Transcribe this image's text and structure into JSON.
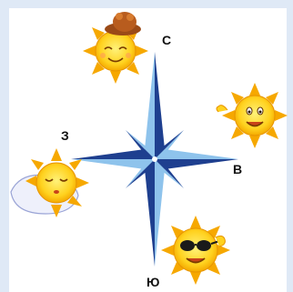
{
  "directions": {
    "north": "С",
    "east": "В",
    "south": "Ю",
    "west": "З"
  },
  "colors": {
    "background": "#dfe9f6",
    "panel": "#ffffff",
    "rose_dark": "#1e3f8f",
    "rose_light": "#8ec3ec",
    "sun_face": "#ffd21f",
    "sun_rays": "#f6a800",
    "label": "#111111"
  },
  "icons": [
    "compass-rose-icon",
    "sun-with-hat-icon",
    "waving-sun-icon",
    "sleeping-sun-icon",
    "sun-with-sunglasses-icon"
  ]
}
